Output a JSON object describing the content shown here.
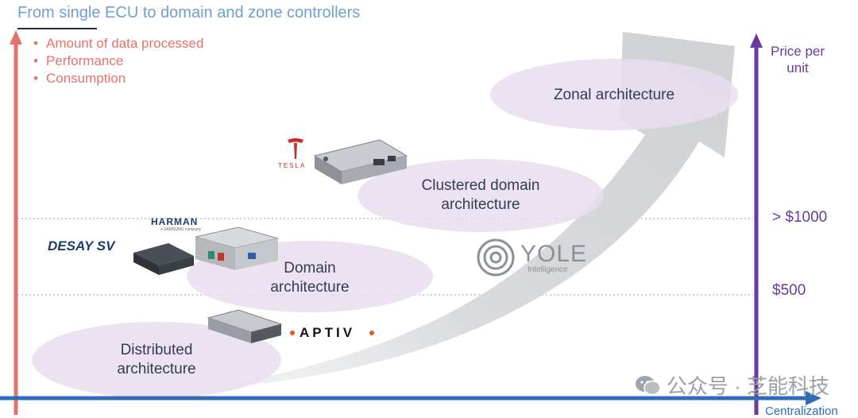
{
  "title": "From single ECU to domain and zone controllers",
  "bullets": [
    "Amount of data processed",
    "Performance",
    "Consumption"
  ],
  "architectures": {
    "zonal": "Zonal architecture",
    "clustered_line1": "Clustered domain",
    "clustered_line2": "architecture",
    "domain_line1": "Domain",
    "domain_line2": "architecture",
    "distributed_line1": "Distributed",
    "distributed_line2": "architecture"
  },
  "prices": {
    "high": "> $1000",
    "mid": "$500"
  },
  "axes": {
    "right_title_line1": "Price per",
    "right_title_line2": "unit",
    "bottom_title": "Centralization"
  },
  "brands": {
    "tesla": "TESLA",
    "harman": "HARMAN",
    "harman_sub": "a SAMSUNG company",
    "desay": "DESAY SV",
    "aptiv": "APTIV",
    "yole": "YOLE",
    "yole_sub": "Intelligence"
  },
  "watermark": "公众号 · 芝能科技",
  "colors": {
    "title": "#6f9fd2",
    "bullets": "#e57268",
    "left_axis": "#e57268",
    "right_axis": "#6a3a9c",
    "bottom_axis": "#2e6db5",
    "ellipse": "#e9ddf0",
    "arrow": "#d3d5d8"
  }
}
